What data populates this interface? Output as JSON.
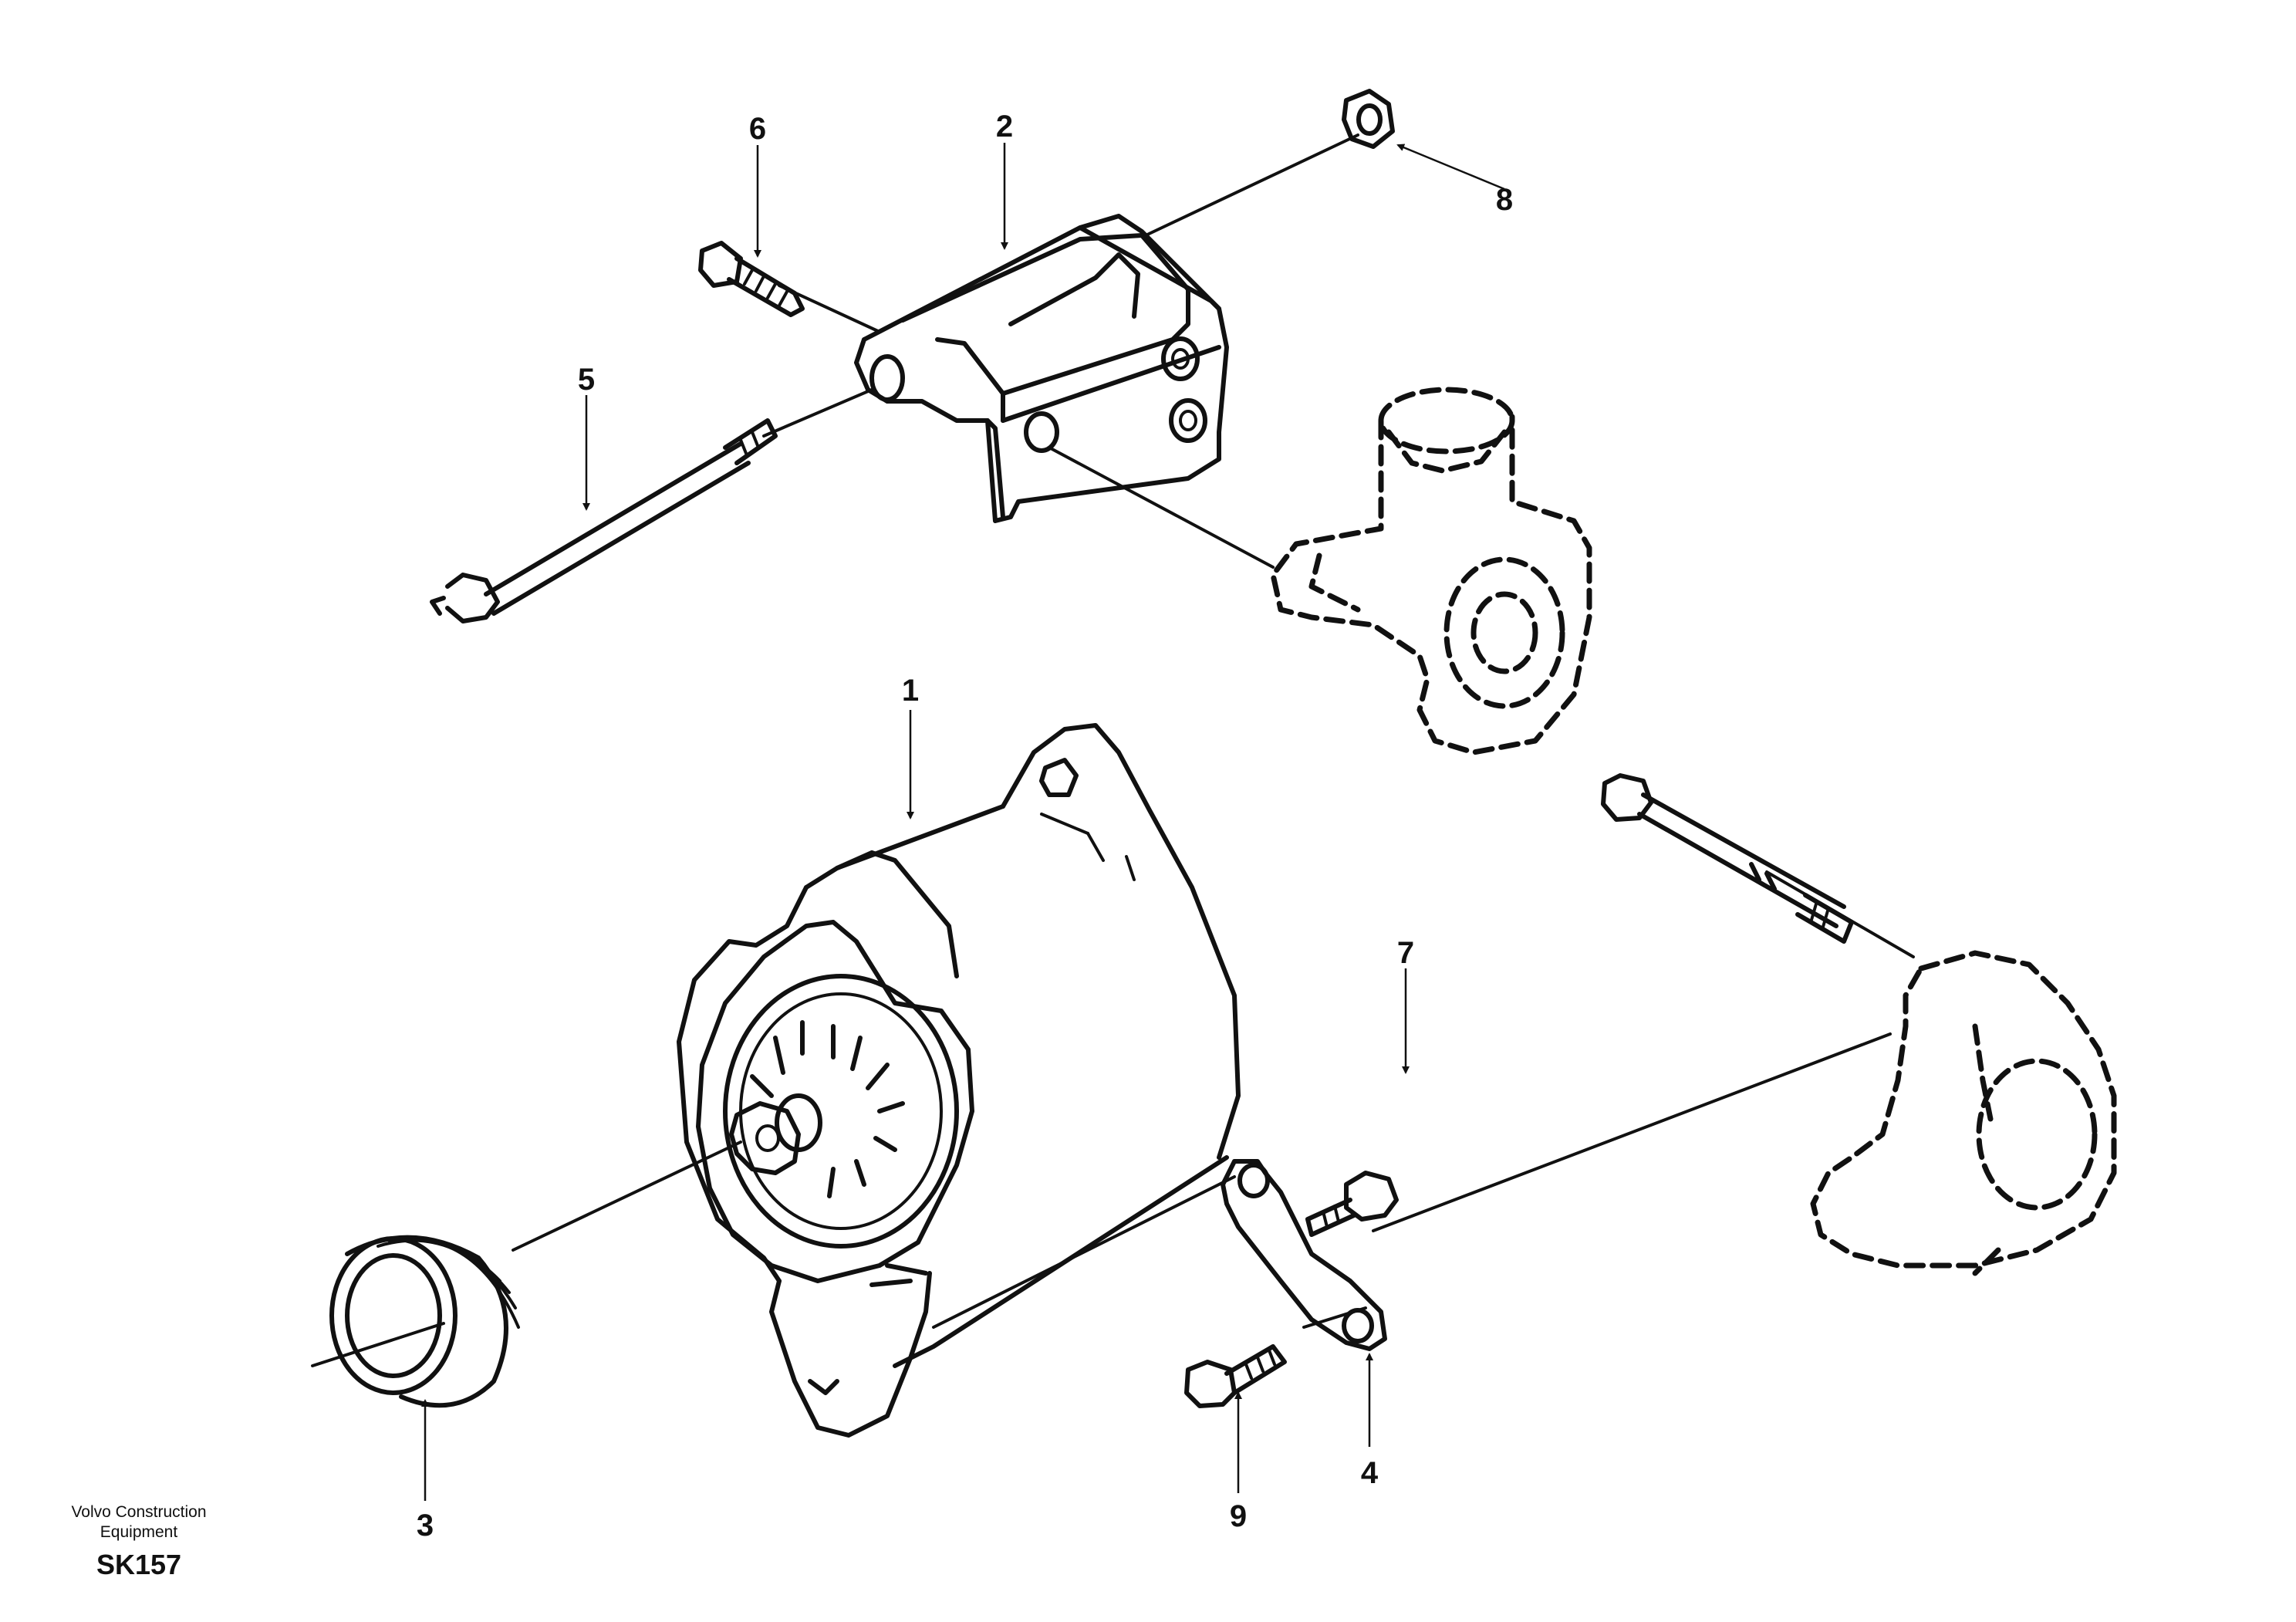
{
  "callouts": {
    "c1": "1",
    "c2": "2",
    "c3": "3",
    "c4": "4",
    "c5": "5",
    "c6": "6",
    "c7": "7",
    "c8": "8",
    "c9": "9"
  },
  "footer": {
    "company_line1": "Volvo Construction",
    "company_line2": "Equipment",
    "sheet_id": "SK157"
  }
}
